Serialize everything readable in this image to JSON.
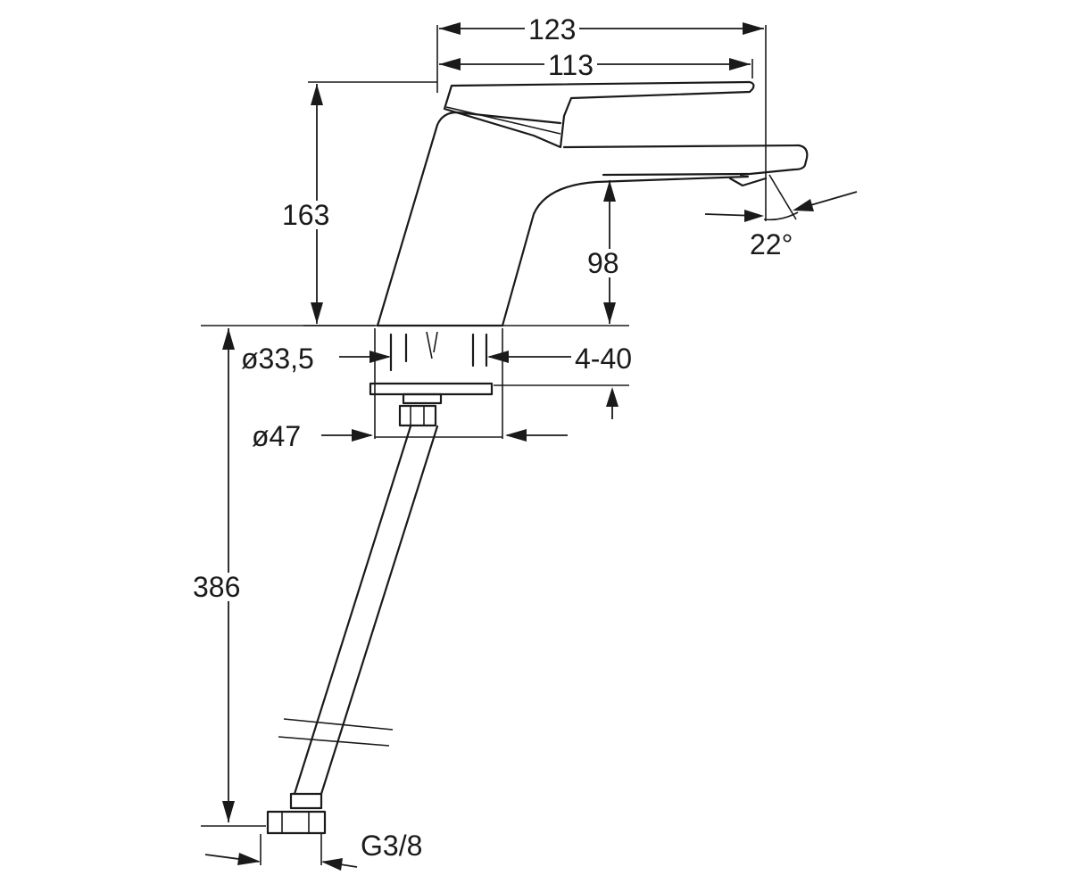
{
  "dimensions": {
    "width_outer": "123",
    "width_inner": "113",
    "body_height": "163",
    "spout_height": "98",
    "spout_angle": "22°",
    "hole_diameter": "ø33,5",
    "clamp_range": "4-40",
    "base_diameter": "ø47",
    "hose_length": "386",
    "hose_thread": "G3/8"
  }
}
